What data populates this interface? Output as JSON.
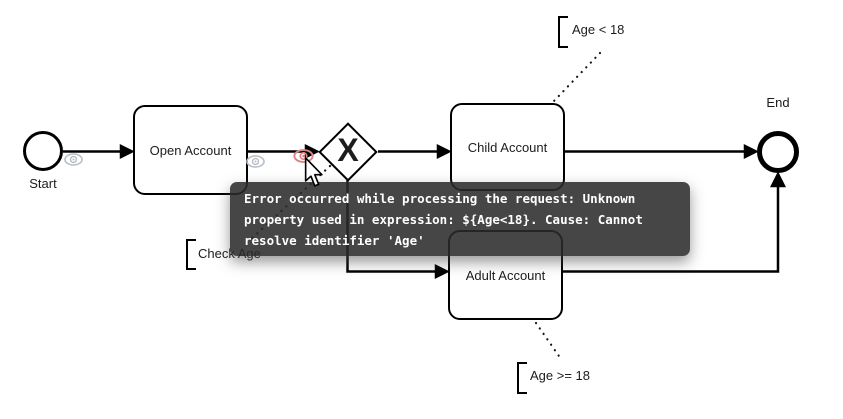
{
  "process": {
    "start_event": {
      "label": "Start"
    },
    "tasks": {
      "open_account": {
        "label": "Open Account"
      },
      "child_account": {
        "label": "Child Account"
      },
      "adult_account": {
        "label": "Adult Account"
      }
    },
    "gateway": {
      "symbol": "X"
    },
    "end_event": {
      "label": "End"
    },
    "annotations": {
      "age_under": {
        "label": "Age < 18"
      },
      "age_over": {
        "label": "Age >= 18"
      },
      "check_age": {
        "label": "Check Age"
      }
    }
  },
  "tooltip": {
    "lines": [
      "Error occurred while processing the request: Unknown",
      "property used in expression: ${Age<18}. Cause: Cannot",
      "resolve identifier 'Age'"
    ]
  },
  "icons": {
    "overlay": "eye-icon",
    "pointer": "mouse-cursor-icon"
  },
  "colors": {
    "line": "#000000",
    "label_text": "#1c1c1c",
    "tooltip_bg": "rgba(42,42,42,0.87)",
    "tooltip_text": "#ffffff",
    "eye_gray": "#b7bec6",
    "eye_red": "#dc8484"
  }
}
